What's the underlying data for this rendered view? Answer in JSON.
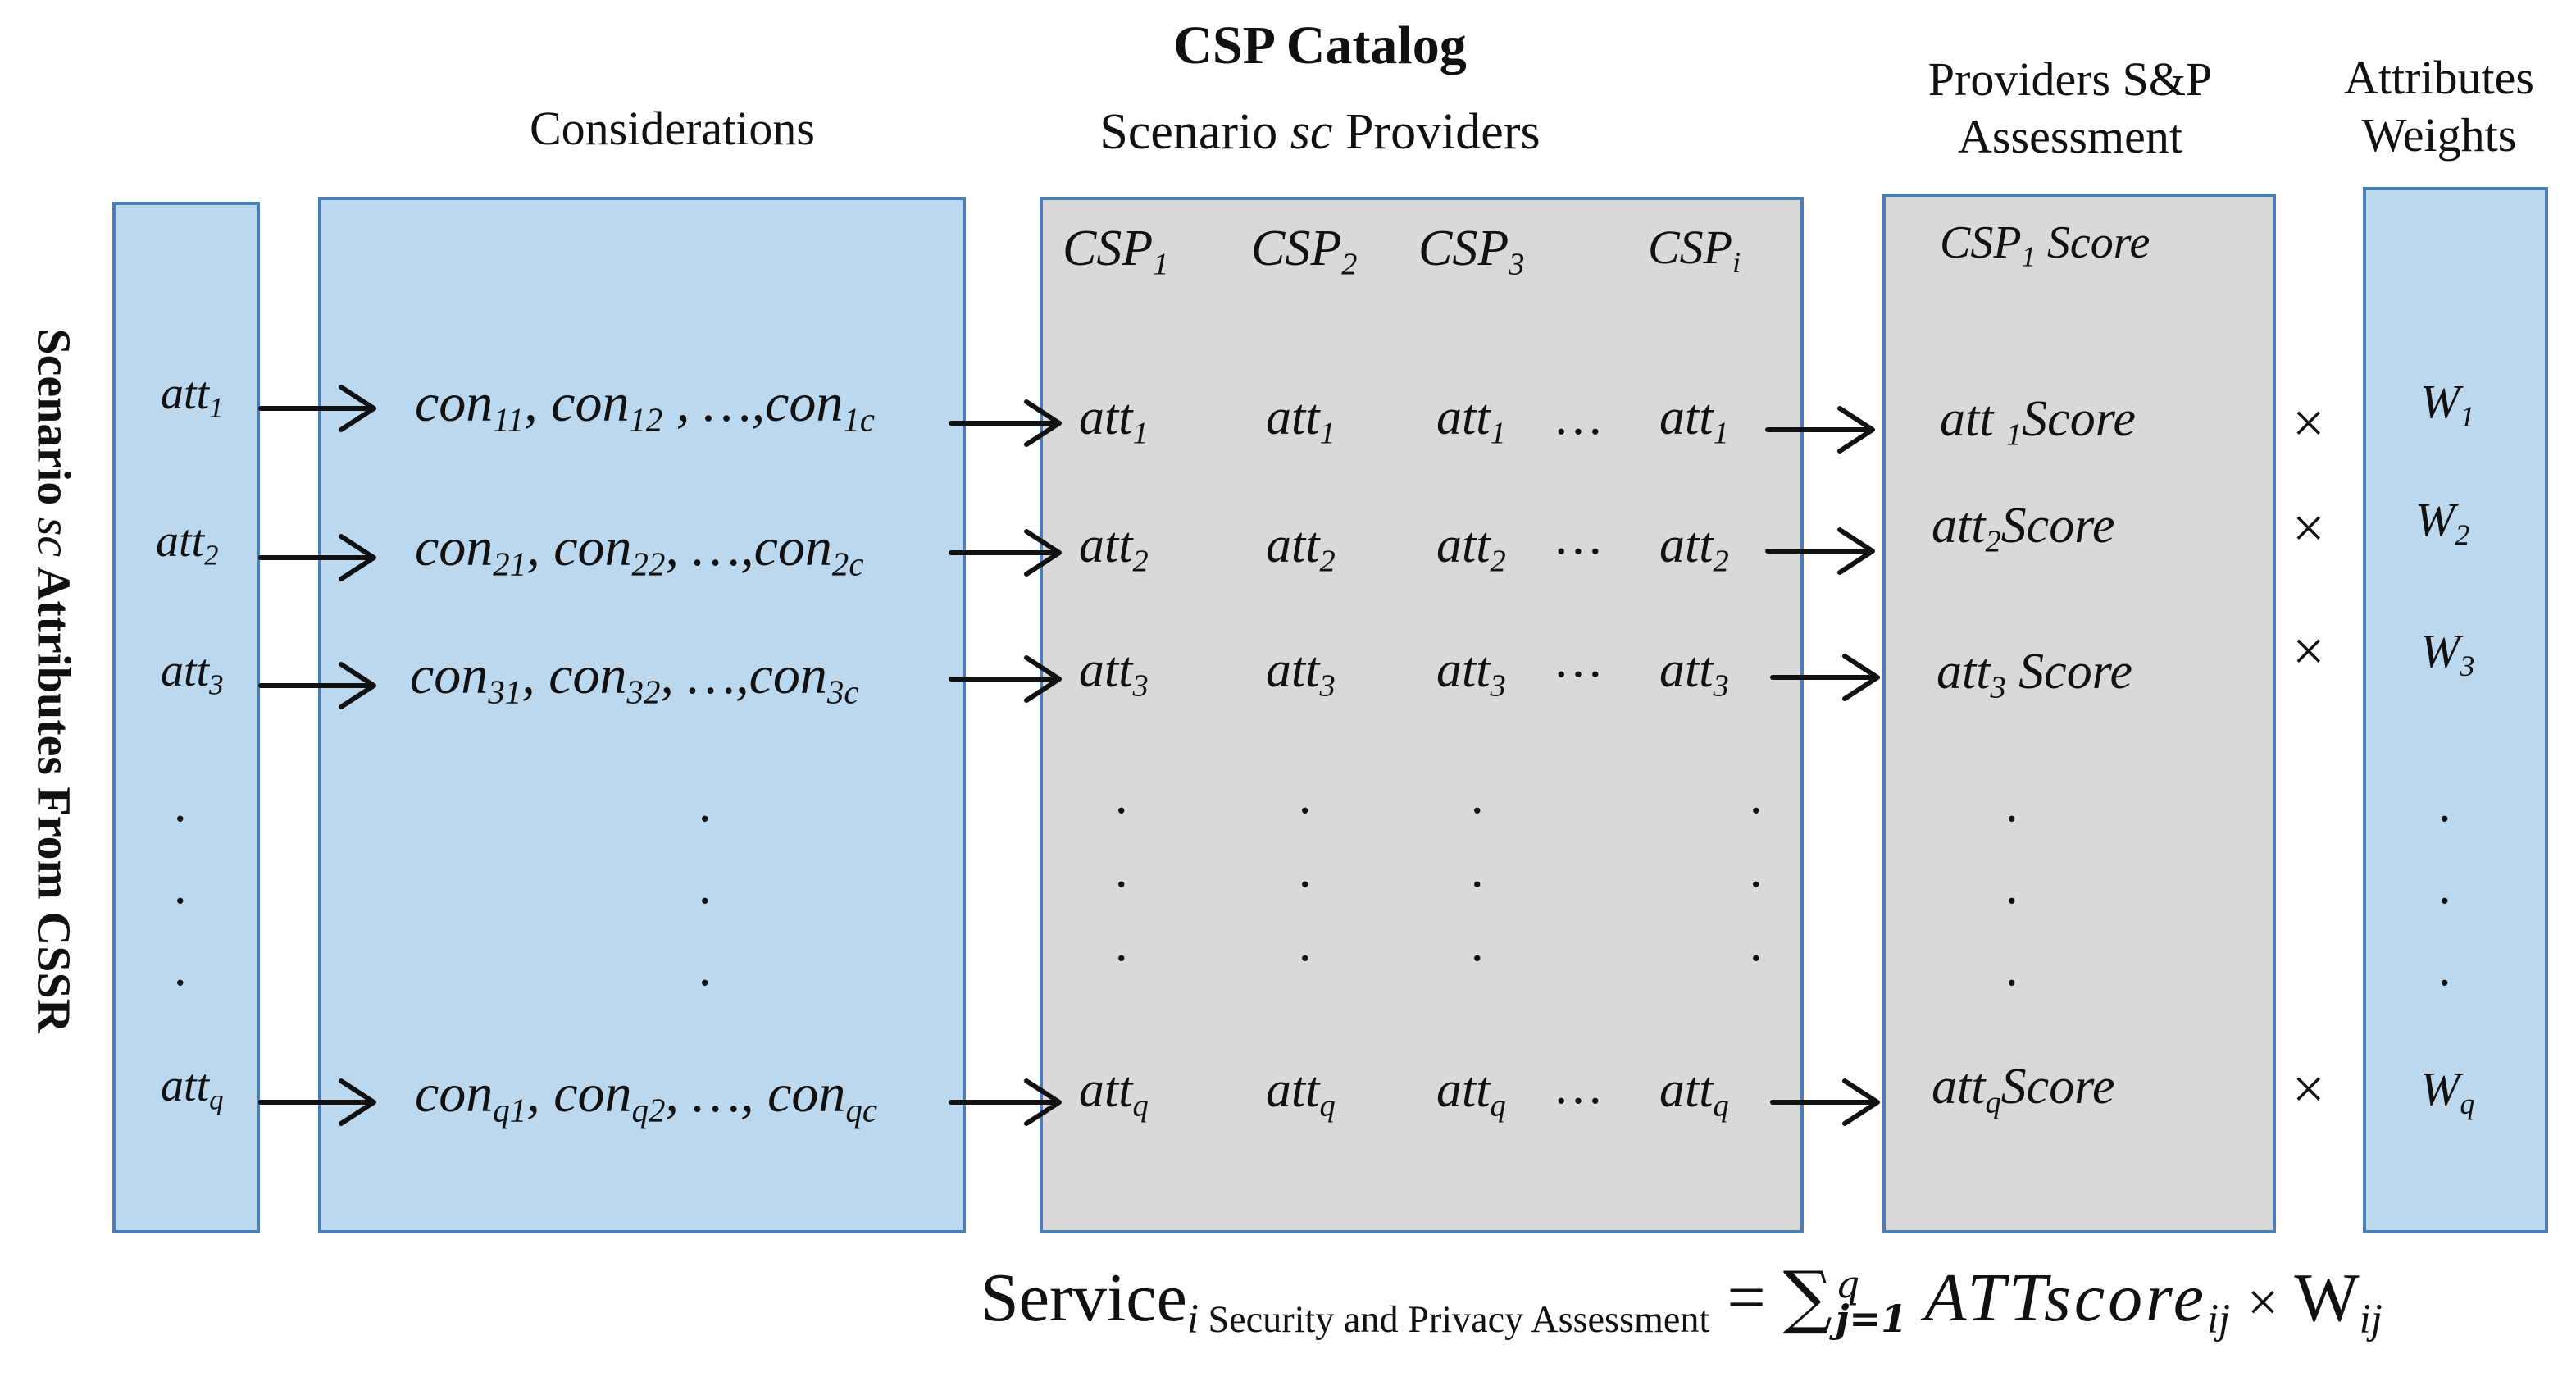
{
  "headers": {
    "catalog_title": "CSP Catalog",
    "considerations": "Considerations",
    "scenario_providers_pre": "Scenario ",
    "scenario_providers_sc": "sc",
    "scenario_providers_post": " Providers",
    "assessment_line1": "Providers S&P",
    "assessment_line2": "Assessment",
    "weights_line1": "Attributes",
    "weights_line2": "Weights"
  },
  "side_label": {
    "pre": "Scenario ",
    "sc": "sc",
    "post": "  Attributes  From CSSR"
  },
  "attributes": {
    "base": "att",
    "subs": [
      "1",
      "2",
      "3",
      "q"
    ]
  },
  "considerations": {
    "base": "con",
    "rows": [
      [
        "11",
        "12",
        "1c"
      ],
      [
        "21",
        "22",
        "2c"
      ],
      [
        "31",
        "32",
        "3c"
      ],
      [
        "q1",
        "q2",
        "qc"
      ]
    ],
    "ellipsis": "…"
  },
  "providers": {
    "base": "CSP",
    "subs": [
      "1",
      "2",
      "3",
      "i"
    ],
    "row_ellipsis": "…"
  },
  "scores": {
    "header_base": "CSP",
    "header_sub": "1",
    "header_word": "Score",
    "word": "Score"
  },
  "weights": {
    "base": "W",
    "subs": [
      "1",
      "2",
      "3",
      "q"
    ]
  },
  "multiply_symbol": "×",
  "vertical_dot": ".",
  "formula": {
    "service": "Service",
    "service_sub": "i",
    "service_sub2": " Security and Privacy Assessment",
    "equals": "=",
    "sigma": "∑",
    "sigma_sup": "q",
    "sigma_sub": "j=1",
    "att": "ATTscore",
    "att_sub": "ij",
    "times": "×",
    "w": "W",
    "w_sub": "ij"
  }
}
